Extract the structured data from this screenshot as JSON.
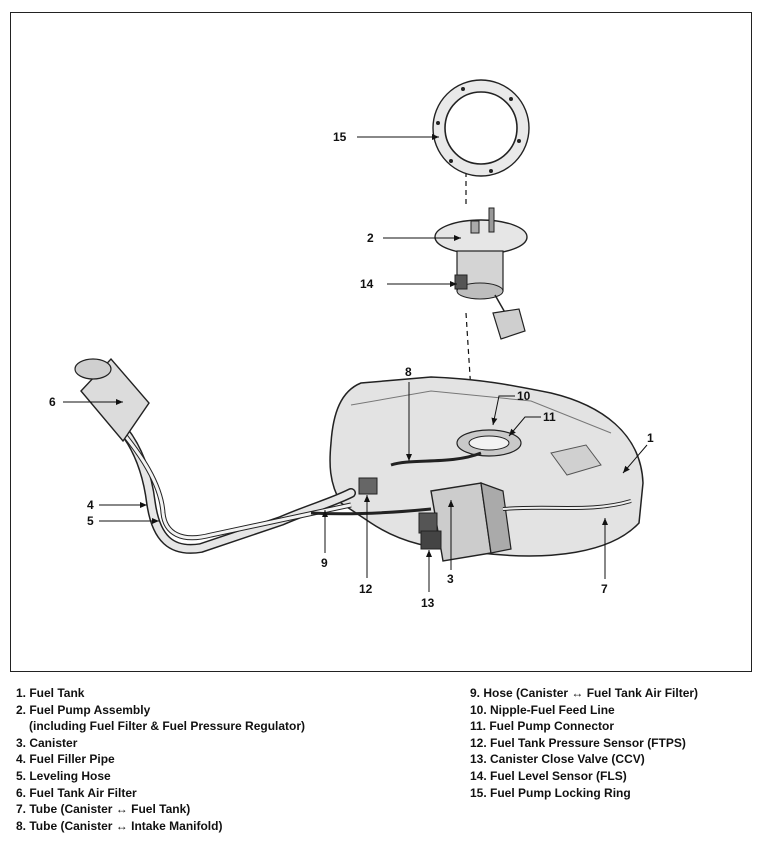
{
  "callouts": {
    "c1": "1",
    "c2": "2",
    "c3": "3",
    "c4": "4",
    "c5": "5",
    "c6": "6",
    "c7": "7",
    "c8": "8",
    "c9": "9",
    "c10": "10",
    "c11": "11",
    "c12": "12",
    "c13": "13",
    "c14": "14",
    "c15": "15"
  },
  "legend_left": [
    "1. Fuel Tank",
    "2. Fuel Pump Assembly",
    "(including Fuel Filter & Fuel Pressure Regulator)",
    "3. Canister",
    "4. Fuel Filler Pipe",
    "5. Leveling Hose",
    "6. Fuel Tank Air Filter",
    "7. Tube (Canister ↔ Fuel Tank)",
    "8. Tube (Canister ↔ Intake Manifold)"
  ],
  "legend_right": [
    "9. Hose (Canister ↔ Fuel Tank Air Filter)",
    "10. Nipple-Fuel Feed Line",
    "11. Fuel Pump Connector",
    "12. Fuel Tank Pressure Sensor (FTPS)",
    "13. Canister Close Valve (CCV)",
    "14. Fuel Level Sensor (FLS)",
    "15. Fuel Pump Locking Ring"
  ]
}
